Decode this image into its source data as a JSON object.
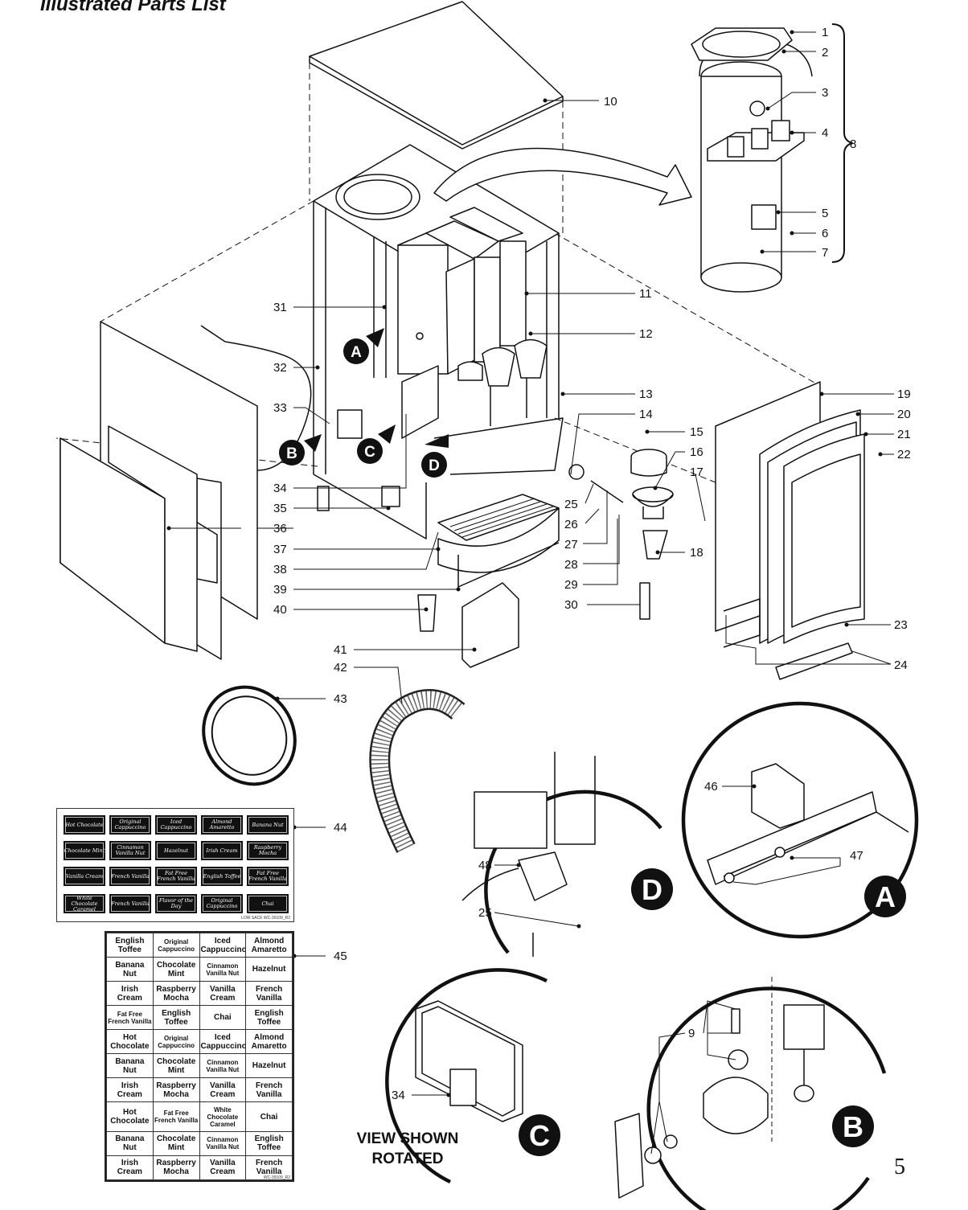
{
  "header": {
    "title": "Illustrated Parts List"
  },
  "page_number": "5",
  "callouts": {
    "c1": "1",
    "c2": "2",
    "c3": "3",
    "c4": "4",
    "c5": "5",
    "c6": "6",
    "c7": "7",
    "c8": "8",
    "c9": "9",
    "c10": "10",
    "c11": "11",
    "c12": "12",
    "c13": "13",
    "c14": "14",
    "c15": "15",
    "c16": "16",
    "c17": "17",
    "c18": "18",
    "c19": "19",
    "c20": "20",
    "c21": "21",
    "c22": "22",
    "c23": "23",
    "c24": "24",
    "c25": "25",
    "c25b": "25",
    "c26": "26",
    "c27": "27",
    "c28": "28",
    "c29": "29",
    "c30": "30",
    "c31": "31",
    "c32": "32",
    "c33": "33",
    "c34": "34",
    "c34b": "34",
    "c35": "35",
    "c36": "36",
    "c37": "37",
    "c38": "38",
    "c39": "39",
    "c40": "40",
    "c41": "41",
    "c42": "42",
    "c43": "43",
    "c44": "44",
    "c45": "45",
    "c46": "46",
    "c47": "47",
    "c48": "48"
  },
  "markers": {
    "a": "A",
    "b": "B",
    "c": "C",
    "d": "D"
  },
  "detail_markers": {
    "a": "A",
    "b": "B",
    "c": "C",
    "d": "D"
  },
  "view_note": {
    "line1": "VIEW SHOWN",
    "line2": "ROTATED"
  },
  "label_sheet": {
    "code": "LOW SACK  WC-39109_R2",
    "labels": [
      "Hot Chocolate",
      "Original Cappuccino",
      "Iced Cappuccino",
      "Almond Amaretto",
      "Banana Nut",
      "Chocolate Mint",
      "Cinnamon Vanilla Nut",
      "Hazelnut",
      "Irish Cream",
      "Raspberry Mocha",
      "Vanilla Cream",
      "French Vanilla",
      "Fat Free French Vanilla",
      "English Toffee",
      "Fat Free French Vanilla",
      "White Chocolate Caramel",
      "French Vanilla",
      "Flavor of the Day",
      "Original Cappuccino",
      "Chai"
    ]
  },
  "flavor_chart": {
    "code": "WC-39109_R2",
    "rows": [
      [
        "English Toffee",
        "Original Cappuccino",
        "Iced Cappuccino",
        "Almond Amaretto"
      ],
      [
        "Banana Nut",
        "Chocolate Mint",
        "Cinnamon Vanilla Nut",
        "Hazelnut"
      ],
      [
        "Irish Cream",
        "Raspberry Mocha",
        "Vanilla Cream",
        "French Vanilla"
      ],
      [
        "Fat Free French Vanilla",
        "English Toffee",
        "Chai",
        "English Toffee"
      ],
      [
        "Hot Chocolate",
        "Original Cappuccino",
        "Iced Cappuccino",
        "Almond Amaretto"
      ],
      [
        "Banana Nut",
        "Chocolate Mint",
        "Cinnamon Vanilla Nut",
        "Hazelnut"
      ],
      [
        "Irish Cream",
        "Raspberry Mocha",
        "Vanilla Cream",
        "French Vanilla"
      ],
      [
        "Hot Chocolate",
        "Fat Free French Vanilla",
        "White Chocolate Caramel",
        "Chai"
      ],
      [
        "Banana Nut",
        "Chocolate Mint",
        "Cinnamon Vanilla Nut",
        "English Toffee"
      ],
      [
        "Irish Cream",
        "Raspberry Mocha",
        "Vanilla Cream",
        "French Vanilla"
      ]
    ]
  }
}
